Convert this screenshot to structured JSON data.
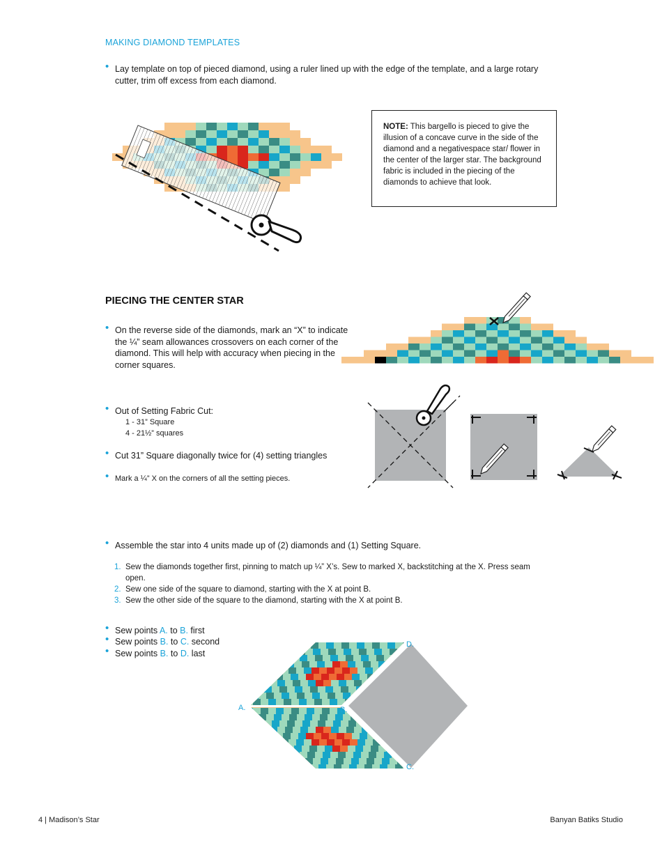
{
  "section1": {
    "title": "MAKING DIAMOND TEMPLATES",
    "bullet": "Lay template on top of pieced diamond, using a ruler lined up with the edge of the template, and a large rotary cutter, trim off excess from each diamond."
  },
  "note": {
    "label": "NOTE:",
    "text": " This bargello is pieced to give the illusion of a concave curve in the side of the diamond and a negativespace star/ flower in the center of the larger star. The background fabric is included in the piecing of the diamonds to achieve that look."
  },
  "section2": {
    "title": "PIECING THE CENTER STAR",
    "bullet_mark": "On the reverse side of the diamonds, mark an “X” to indicate the ¼” seam allowances crossovers on each corner of the diamond. This will help with accuracy when piecing in the corner squares.",
    "bullet_cut": "Out of Setting Fabric Cut:",
    "cut_items": [
      "1  -   31” Square",
      "4  -  21½” squares"
    ],
    "bullet_diagonal": "Cut 31” Square diagonally twice for (4) setting triangles",
    "bullet_markx": "Mark a ¼” X on the corners of all the setting pieces."
  },
  "section3": {
    "bullet_assemble": "Assemble the star into 4 units made up of (2) diamonds and (1) Setting Square.",
    "steps": [
      {
        "n": "1.",
        "text": "Sew the diamonds together first, pinning to match up ¼” X’s. Sew to marked X, backstitching at the X. Press seam open."
      },
      {
        "n": "2.",
        "text": "Sew one side of the square to diamond, starting with the X at point B."
      },
      {
        "n": "3.",
        "text": "Sew the other side of the square to the diamond, starting with the X at point B."
      }
    ],
    "sew": [
      {
        "pre": "Sew points ",
        "a": "A.",
        "mid": " to ",
        "b": "B.",
        "post": " first"
      },
      {
        "pre": "Sew points ",
        "a": "B.",
        "mid": " to ",
        "b": "C.",
        "post": " second"
      },
      {
        "pre": "Sew points ",
        "a": "B.",
        "mid": " to ",
        "b": "D.",
        "post": " last"
      }
    ],
    "points": {
      "a": "A.",
      "b": "B.",
      "c": "C.",
      "d": "D."
    }
  },
  "footer": {
    "left": "4  |  Madison’s Star",
    "right": "Banyan Batiks Studio"
  },
  "colors": {
    "accent": "#1aa3d9",
    "peach": "#f7c58b",
    "teal": "#3a8c84",
    "mint": "#9fd9bc",
    "cyan": "#17a6c9",
    "red": "#d9261c",
    "orange": "#ef6b35",
    "gray": "#b2b4b6"
  }
}
